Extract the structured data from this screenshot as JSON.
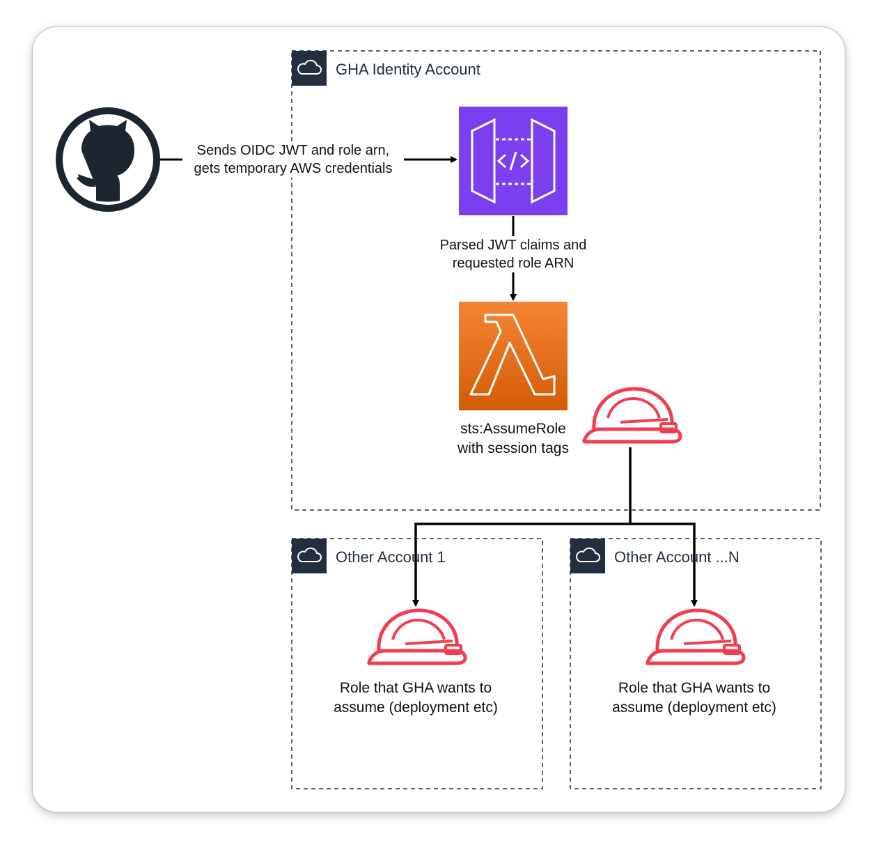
{
  "colors": {
    "group_border": "#232f3e",
    "api_gateway": "#7b3ff0",
    "lambda_top": "#f58534",
    "lambda_bottom": "#d45b07",
    "role_icon": "#f23d4f",
    "arrow": "#000000"
  },
  "icons": {
    "github": "github-icon",
    "api_gateway": "api-gateway-icon",
    "lambda": "lambda-icon",
    "iam_role": "hard-hat-role-icon",
    "cloud": "cloud-icon"
  },
  "groups": {
    "identity": {
      "title": "GHA Identity Account"
    },
    "other1": {
      "title": "Other Account 1"
    },
    "otherN": {
      "title": "Other Account ...N"
    }
  },
  "edges": {
    "github_to_api": {
      "line1": "Sends OIDC JWT and role arn,",
      "line2": "gets temporary AWS credentials"
    },
    "api_to_lambda": {
      "line1": "Parsed JWT claims and",
      "line2": "requested role ARN"
    }
  },
  "nodes": {
    "lambda_label": {
      "line1": "sts:AssumeRole",
      "line2": "with session tags"
    },
    "role1_label": {
      "line1": "Role that GHA wants to",
      "line2": "assume (deployment etc)"
    },
    "roleN_label": {
      "line1": "Role that GHA wants to",
      "line2": "assume (deployment etc)"
    }
  }
}
